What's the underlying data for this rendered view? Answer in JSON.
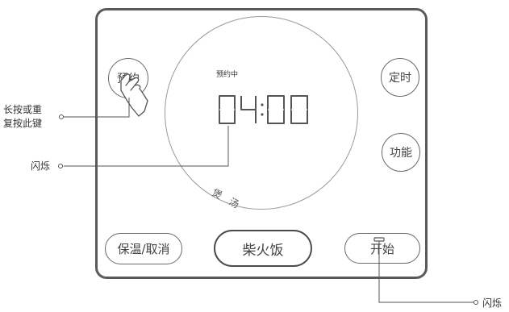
{
  "buttons": {
    "reserve": "预约",
    "timer": "定时",
    "function": "功能",
    "keep_warm": "保温/取消",
    "mode": "柴火饭",
    "start": "开始"
  },
  "display": {
    "status": "预约中",
    "time": "04:00",
    "mode_indicator": "煲 汤"
  },
  "callouts": {
    "hold_line1": "长按或重",
    "hold_line2": "复按此键",
    "blink_left": "闪烁",
    "blink_right": "闪烁"
  },
  "colors": {
    "outline": "#5a5a5a",
    "segment": "#555555",
    "leader": "#555555"
  },
  "icons": {
    "hand": "pressing-hand-icon",
    "dot": "callout-dot-icon",
    "blink": "blink-indicator-icon"
  }
}
